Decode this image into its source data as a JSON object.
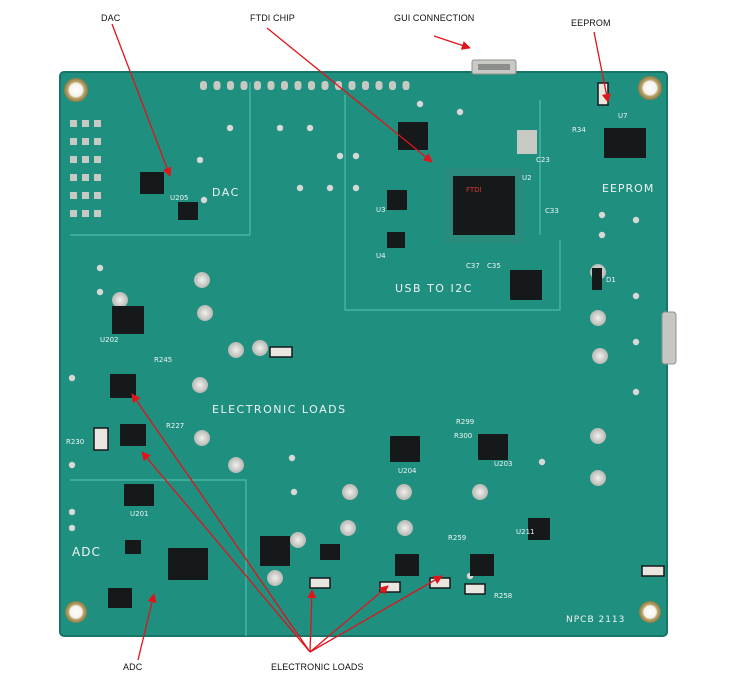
{
  "callouts": {
    "dac": "DAC",
    "ftdi": "FTDI CHIP",
    "gui": "GUI CONNECTION",
    "eeprom": "EEPROM",
    "adc": "ADC",
    "loads": "ELECTRONIC LOADS"
  },
  "silkscreen": {
    "dac": "DAC",
    "usb_to_i2c": "USB TO I2C",
    "eeprom": "EEPROM",
    "electronic_loads": "ELECTRONIC LOADS",
    "adc": "ADC",
    "board_id": "NPCB 2113",
    "u7": "U7",
    "u204": "U204",
    "u203": "U203",
    "u201": "U201",
    "u205": "U205",
    "u202": "U202",
    "u3": "U3",
    "u4": "U4",
    "u2": "U2",
    "u211": "U211",
    "d1": "D1",
    "r230": "R230",
    "r245": "R245",
    "r227": "R227",
    "r299": "R299",
    "r300": "R300",
    "r259": "R259",
    "r258": "R258",
    "c33": "C33",
    "c35": "C35",
    "c37": "C37",
    "c23": "C23",
    "r34": "R34"
  },
  "colors": {
    "board": "#1f8f80",
    "board_edge": "#177567",
    "trace": "#2ba392",
    "chip": "#15191a",
    "pad": "#c9c9c4",
    "silk": "#eef4f2",
    "arrow": "#e0141b"
  }
}
